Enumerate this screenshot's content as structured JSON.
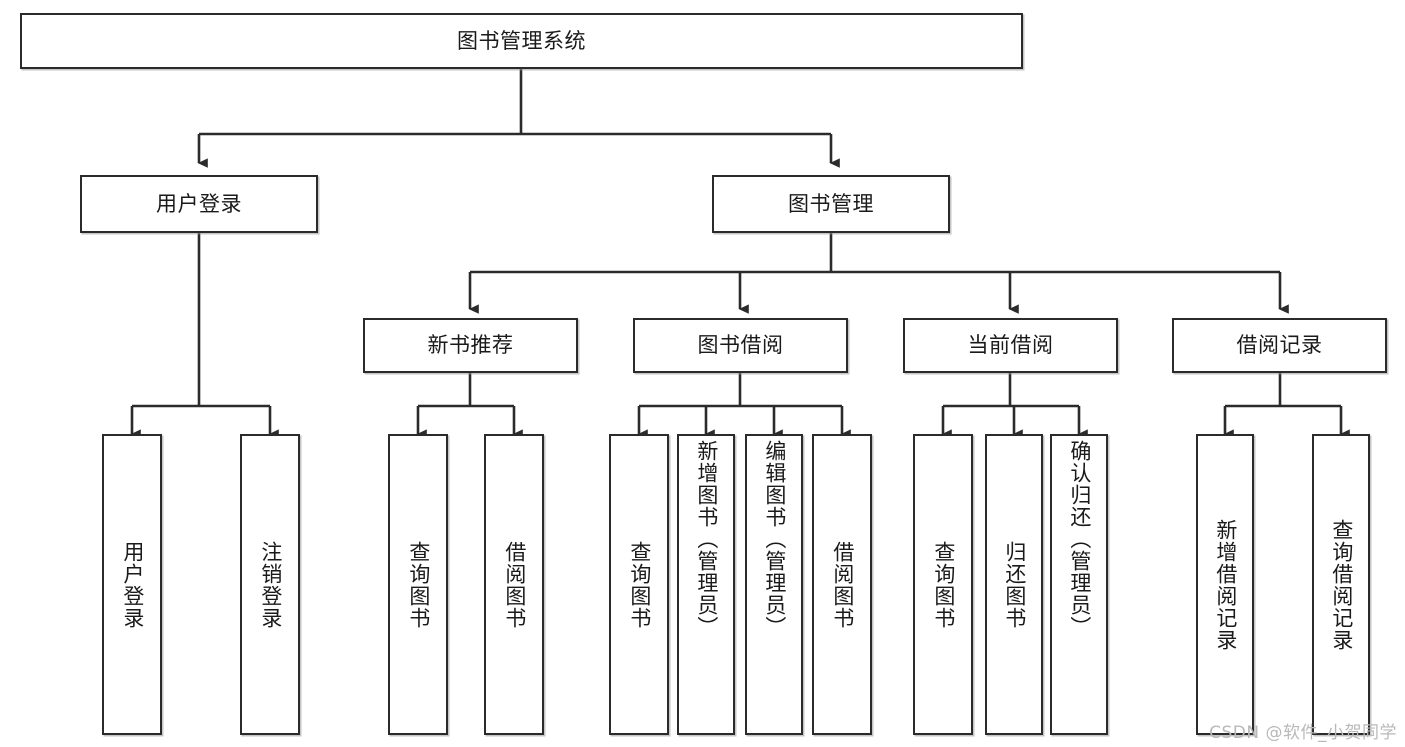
{
  "diagram": {
    "title": "图书管理系统",
    "type": "hierarchy-tree",
    "watermark": "CSDN @软件_小贺同学",
    "colors": {
      "node_border": "#2b2b2b",
      "node_fill": "#ffffff",
      "edge": "#2b2b2b",
      "text": "#1a1a1a",
      "watermark": "#b9b9b9"
    }
  },
  "nodes": {
    "root": {
      "label": "图书管理系统"
    },
    "level2": [
      {
        "id": "user_login",
        "label": "用户登录"
      },
      {
        "id": "book_mgmt",
        "label": "图书管理"
      }
    ],
    "level3": [
      {
        "id": "new_book_rec",
        "label": "新书推荐"
      },
      {
        "id": "book_borrow",
        "label": "图书借阅"
      },
      {
        "id": "current_borrow",
        "label": "当前借阅"
      },
      {
        "id": "borrow_record",
        "label": "借阅记录"
      }
    ],
    "leaves": {
      "user_login": [
        {
          "id": "leaf_user_login",
          "label": "用户登录"
        },
        {
          "id": "leaf_logout",
          "label": "注销登录"
        }
      ],
      "new_book_rec": [
        {
          "id": "leaf_query_book_1",
          "label": "查询图书"
        },
        {
          "id": "leaf_borrow_book_1",
          "label": "借阅图书"
        }
      ],
      "book_borrow": [
        {
          "id": "leaf_query_book_2",
          "label": "查询图书"
        },
        {
          "id": "leaf_add_book",
          "label": "新增图书（管理员）"
        },
        {
          "id": "leaf_edit_book",
          "label": "编辑图书（管理员）"
        },
        {
          "id": "leaf_borrow_book_2",
          "label": "借阅图书"
        }
      ],
      "current_borrow": [
        {
          "id": "leaf_query_book_3",
          "label": "查询图书"
        },
        {
          "id": "leaf_return_book",
          "label": "归还图书"
        },
        {
          "id": "leaf_confirm_return",
          "label": "确认归还（管理员）"
        }
      ],
      "borrow_record": [
        {
          "id": "leaf_add_record",
          "label": "新增借阅记录"
        },
        {
          "id": "leaf_query_record",
          "label": "查询借阅记录"
        }
      ]
    }
  }
}
